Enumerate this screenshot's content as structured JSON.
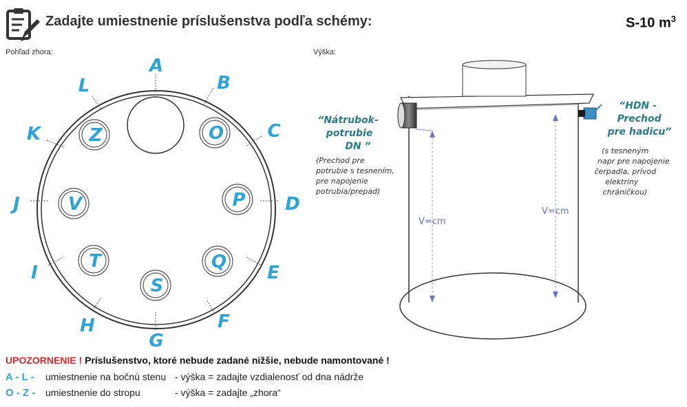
{
  "header": {
    "title": "Zadajte umiestnenie príslušenstva podľa schémy:",
    "model_prefix": "S-10 m",
    "model_sup": "3"
  },
  "views": {
    "top_view_label": "Pohľad zhora:",
    "height_label": "Výška:"
  },
  "wall_positions": [
    "A",
    "B",
    "C",
    "D",
    "E",
    "F",
    "G",
    "H",
    "I",
    "J",
    "K",
    "L"
  ],
  "roof_positions": [
    "O",
    "P",
    "Q",
    "S",
    "T",
    "V",
    "Z"
  ],
  "elevation": {
    "callout_left_title": "“Nátrubok-\npotrubie\nDN ”",
    "callout_left_note": "(Prechod pre\npotrubie s tesnením,\npre napojenie\npotrubia/prepad)",
    "callout_right_title": "“HDN -\nPrechod\npre hadicu”",
    "callout_right_note": "(s tesneným\nnapr pre napojenie\nčerpadla, prívod\nelektriny\nchráničkou)",
    "dim_left": "V=cm",
    "dim_right": "V=cm"
  },
  "footer": {
    "warning_word": "UPOZORNENIE !",
    "warning_text": "Príslušenstvo, ktoré nebude zadané nižšie, nebude namontované !",
    "al_code": "A - L  -",
    "al_desc": "umiestnenie na bočnú stenu",
    "al_hint": "- výška = zadajte vzdialenosť od dna nádrže",
    "oz_code": "O - Z  -",
    "oz_desc": "umiestnenie do stropu",
    "oz_hint": "- výška = zadajte „zhora“"
  },
  "colors": {
    "accent_blue": "#2ea3d9",
    "warning_red": "#d6272a",
    "dim_line": "#8a93d0",
    "tank_outline": "#333333"
  },
  "icons": {
    "header_icon": "clipboard-pencil-icon"
  }
}
